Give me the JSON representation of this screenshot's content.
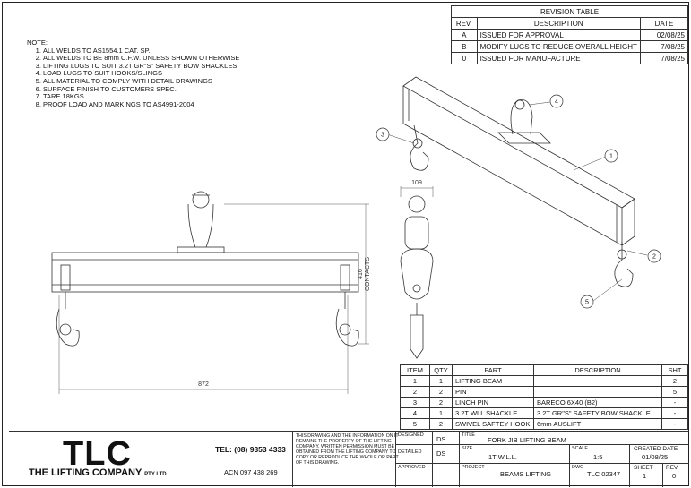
{
  "revision_table": {
    "title": "REVISION TABLE",
    "headers": [
      "REV.",
      "DESCRIPTION",
      "DATE"
    ],
    "rows": [
      [
        "A",
        "ISSUED FOR APPROVAL",
        "02/08/25"
      ],
      [
        "B",
        "MODIFY LUGS TO REDUCE OVERALL HEIGHT",
        "7/08/25"
      ],
      [
        "0",
        "ISSUED FOR MANUFACTURE",
        "7/08/25"
      ]
    ]
  },
  "notes": {
    "title": "NOTE:",
    "items": [
      "ALL WELDS TO AS1554.1 CAT. SP.",
      "ALL WELDS TO BE 8mm C.F.W. UNLESS SHOWN OTHERWISE",
      "LIFTING LUGS TO SUIT 3.2T GR\"S\" SAFETY BOW SHACKLES",
      "LOAD LUGS TO SUIT HOOKS/SLINGS",
      "ALL MATERIAL TO COMPLY WITH DETAIL DRAWINGS",
      "SURFACE FINISH TO CUSTOMERS SPEC.",
      "TARE 18KGS",
      "PROOF LOAD AND MARKINGS TO AS4991-2004"
    ]
  },
  "dimensions": {
    "overall_length": "872",
    "height": "416",
    "height_note": "CONTACTS",
    "width": "109"
  },
  "balloons": [
    "1",
    "2",
    "3",
    "4",
    "5"
  ],
  "bom": {
    "headers": [
      "ITEM",
      "QTY",
      "PART",
      "DESCRIPTION",
      "SHT"
    ],
    "rows": [
      [
        "1",
        "1",
        "LIFTING BEAM",
        "",
        "2"
      ],
      [
        "2",
        "2",
        "PIN",
        "",
        "5"
      ],
      [
        "3",
        "2",
        "LINCH PIN",
        "BARECO 6X40 (B2)",
        "-"
      ],
      [
        "4",
        "1",
        "3.2T WLL SHACKLE",
        "3.2T GR\"S\" SAFETY BOW SHACKLE",
        "-"
      ],
      [
        "5",
        "2",
        "SWIVEL SAFTEY HOOK",
        "6mm AUSLIFT",
        "-"
      ]
    ]
  },
  "title_block": {
    "logo": "TLC",
    "company": "THE LIFTING COMPANY",
    "company_suffix": "PTY LTD",
    "tel": "TEL: (08) 9353 4333",
    "acn": "ACN 097 438 269",
    "disclaimer": "THIS DRAWING AND THE INFORMATION ON IT REMAINS THE PROPERTY OF THE LIFTING COMPANY. WRITTEN PERMISSION MUST BE OBTAINED FROM THE LIFTING COMPANY TO COPY OR REPRODUCE THE WHOLE OR PART OF THIS DRAWING.",
    "designed_label": "DESIGNED",
    "designed_value": "DS",
    "detailed_label": "DETAILED",
    "detailed_value": "DS",
    "approved_label": "APPROVED",
    "title_label": "TITLE",
    "title_value": "FORK JIB LIFTING BEAM",
    "size_label": "SIZE",
    "size_value": "1T W.L.L.",
    "scale_label": "SCALE",
    "scale_value": "1:5",
    "created_label": "CREATED DATE",
    "created_value": "01/08/25",
    "project_label": "PROJECT",
    "project_value": "BEAMS LIFTING",
    "dwg_label": "DWG",
    "dwg_value": "TLC 02347",
    "sheet_label": "SHEET",
    "sheet_value": "1",
    "rev_label": "REV",
    "rev_value": "0"
  }
}
